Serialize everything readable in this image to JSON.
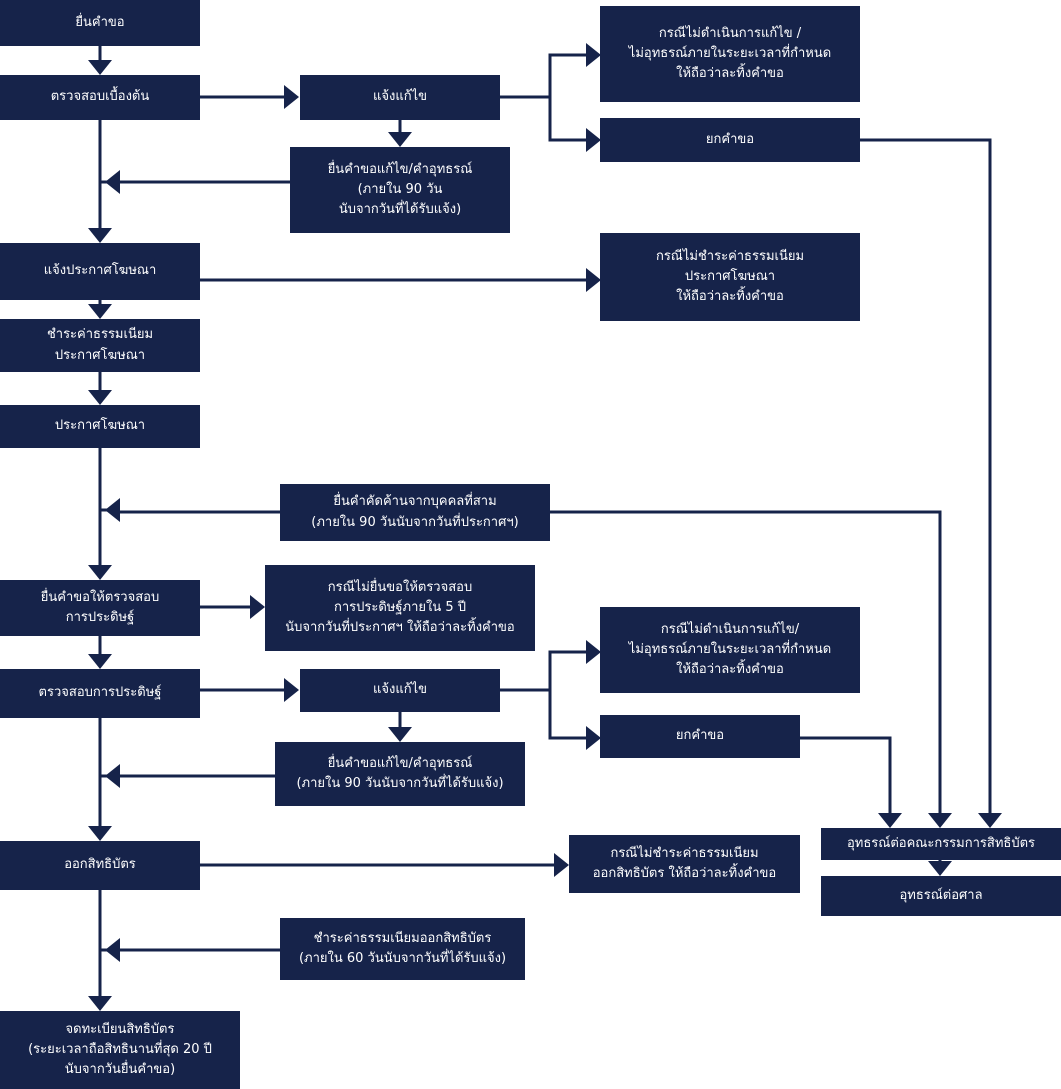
{
  "colors": {
    "box": "#16234a",
    "text": "#ffffff",
    "line": "#16234a",
    "background": "#ffffff"
  },
  "nodes": {
    "submit": [
      "ยื่นคำขอ"
    ],
    "prelim": [
      "ตรวจสอบเบื้องต้น"
    ],
    "notify1": [
      "แจ้งแก้ไข"
    ],
    "fix1": [
      "ยื่นคำขอแก้ไข/คำอุทธรณ์",
      "(ภายใน 90 วัน",
      "นับจากวันที่ได้รับแจ้ง)"
    ],
    "abandon1": [
      "กรณีไม่ดำเนินการแก้ไข /",
      "ไม่อุทธรณ์ภายในระยะเวลาที่กำหนด",
      "ให้ถือว่าละทิ้งคำขอ"
    ],
    "reject1": [
      "ยกคำขอ"
    ],
    "pub_notice": [
      "แจ้งประกาศโฆษณา"
    ],
    "no_pub_fee": [
      "กรณีไม่ชำระค่าธรรมเนียม",
      "ประกาศโฆษณา",
      "ให้ถือว่าละทิ้งคำขอ"
    ],
    "pay_pub": [
      "ชำระค่าธรรมเนียม",
      "ประกาศโฆษณา"
    ],
    "publish": [
      "ประกาศโฆษณา"
    ],
    "opposition": [
      "ยื่นคำคัดค้านจากบุคคลที่สาม",
      "(ภายใน 90 วันนับจากวันที่ประกาศฯ)"
    ],
    "request_exam": [
      "ยื่นคำขอให้ตรวจสอบ",
      "การประดิษฐ์"
    ],
    "no_exam": [
      "กรณีไม่ยื่นขอให้ตรวจสอบ",
      "การประดิษฐ์ภายใน 5 ปี",
      "นับจากวันที่ประกาศฯ ให้ถือว่าละทิ้งคำขอ"
    ],
    "exam": [
      "ตรวจสอบการประดิษฐ์"
    ],
    "notify2": [
      "แจ้งแก้ไข"
    ],
    "abandon2": [
      "กรณีไม่ดำเนินการแก้ไข/",
      "ไม่อุทธรณ์ภายในระยะเวลาที่กำหนด",
      "ให้ถือว่าละทิ้งคำขอ"
    ],
    "reject2": [
      "ยกคำขอ"
    ],
    "fix2": [
      "ยื่นคำขอแก้ไข/คำอุทธรณ์",
      "(ภายใน 90 วันนับจากวันที่ได้รับแจ้ง)"
    ],
    "appeal_board": [
      "อุทธรณ์ต่อคณะกรรมการสิทธิบัตร"
    ],
    "appeal_court": [
      "อุทธรณ์ต่อศาล"
    ],
    "grant": [
      "ออกสิทธิบัตร"
    ],
    "no_grant_fee": [
      "กรณีไม่ชำระค่าธรรมเนียม",
      "ออกสิทธิบัตร ให้ถือว่าละทิ้งคำขอ"
    ],
    "pay_grant": [
      "ชำระค่าธรรมเนียมออกสิทธิบัตร",
      "(ภายใน 60 วันนับจากวันที่ได้รับแจ้ง)"
    ],
    "register": [
      "จดทะเบียนสิทธิบัตร",
      "(ระยะเวลาถือสิทธินานที่สุด 20 ปี",
      "นับจากวันยื่นคำขอ)"
    ]
  }
}
